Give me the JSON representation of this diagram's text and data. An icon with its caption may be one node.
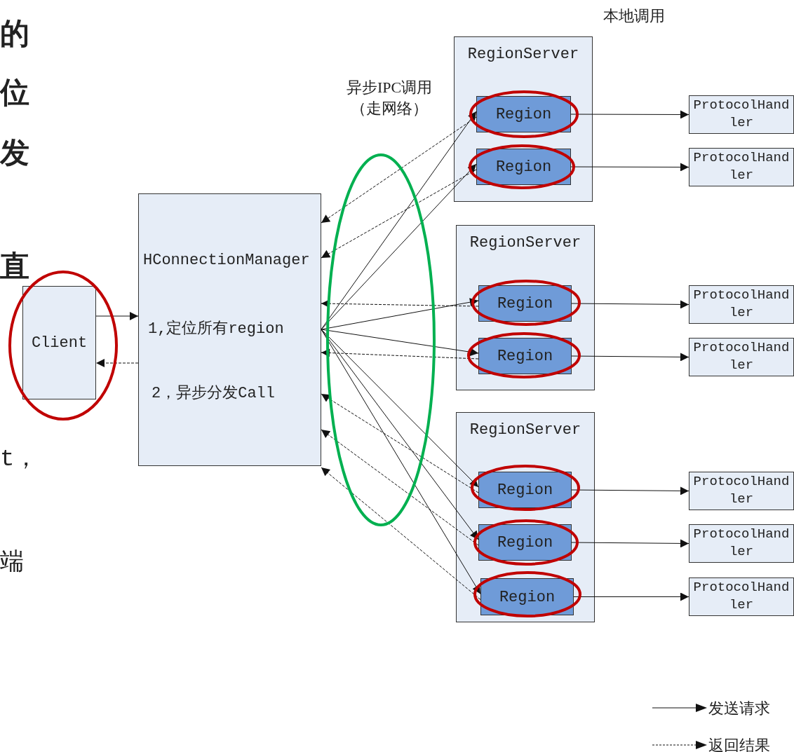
{
  "diagram": {
    "nodes": [
      {
        "text": [
          "Client"
        ]
      },
      {
        "text": [
          "HConnectionManager",
          "1,定位所有region",
          "2，异步分发Call"
        ]
      },
      {
        "text": [
          "RegionServer"
        ]
      },
      {
        "text": [
          "Region"
        ],
        "in": 2
      },
      {
        "text": [
          "Region"
        ],
        "in": 2
      },
      {
        "text": [
          "RegionServer"
        ]
      },
      {
        "text": [
          "Region"
        ],
        "in": 5
      },
      {
        "text": [
          "Region"
        ],
        "in": 5
      },
      {
        "text": [
          "RegionServer"
        ]
      },
      {
        "text": [
          "Region"
        ],
        "in": 8
      },
      {
        "text": [
          "Region"
        ],
        "in": 8
      },
      {
        "text": [
          "Region"
        ],
        "in": 8
      },
      {
        "text": [
          "ProtocolHandler"
        ]
      },
      {
        "text": [
          "ProtocolHandler"
        ]
      },
      {
        "text": [
          "ProtocolHandler"
        ]
      },
      {
        "text": [
          "ProtocolHandler"
        ]
      },
      {
        "text": [
          "ProtocolHandler"
        ]
      },
      {
        "text": [
          "ProtocolHandler"
        ]
      },
      {
        "text": [
          "ProtocolHandler"
        ]
      }
    ],
    "edges": [
      {
        "from": 0,
        "to": 1,
        "arrow": "to"
      },
      {
        "from": 1,
        "to": 0,
        "arrow": "to",
        "style": "dashed"
      },
      {
        "from": 1,
        "to": 3,
        "arrow": "to"
      },
      {
        "from": 1,
        "to": 4,
        "arrow": "to"
      },
      {
        "from": 1,
        "to": 6,
        "arrow": "to"
      },
      {
        "from": 1,
        "to": 7,
        "arrow": "to"
      },
      {
        "from": 1,
        "to": 9,
        "arrow": "to"
      },
      {
        "from": 1,
        "to": 10,
        "arrow": "to"
      },
      {
        "from": 1,
        "to": 11,
        "arrow": "to"
      },
      {
        "from": 3,
        "to": 1,
        "arrow": "to",
        "style": "dashed"
      },
      {
        "from": 4,
        "to": 1,
        "arrow": "to",
        "style": "dashed"
      },
      {
        "from": 6,
        "to": 1,
        "arrow": "to",
        "style": "dashed"
      },
      {
        "from": 7,
        "to": 1,
        "arrow": "to",
        "style": "dashed"
      },
      {
        "from": 9,
        "to": 1,
        "arrow": "to",
        "style": "dashed"
      },
      {
        "from": 10,
        "to": 1,
        "arrow": "to",
        "style": "dashed"
      },
      {
        "from": 11,
        "to": 1,
        "arrow": "to",
        "style": "dashed"
      },
      {
        "from": 3,
        "to": 12,
        "arrow": "to"
      },
      {
        "from": 4,
        "to": 13,
        "arrow": "to"
      },
      {
        "from": 6,
        "to": 14,
        "arrow": "to"
      },
      {
        "from": 7,
        "to": 15,
        "arrow": "to"
      },
      {
        "from": 9,
        "to": 16,
        "arrow": "to"
      },
      {
        "from": 10,
        "to": 17,
        "arrow": "to"
      },
      {
        "from": 11,
        "to": 18,
        "arrow": "to"
      }
    ],
    "labels": [
      "的",
      "位",
      "发",
      "直",
      "t，",
      "端",
      "异步IPC调用（走网络）",
      "本地调用"
    ],
    "legend": [
      {
        "text": "发送请求"
      },
      {
        "text": "返回结果"
      }
    ]
  }
}
